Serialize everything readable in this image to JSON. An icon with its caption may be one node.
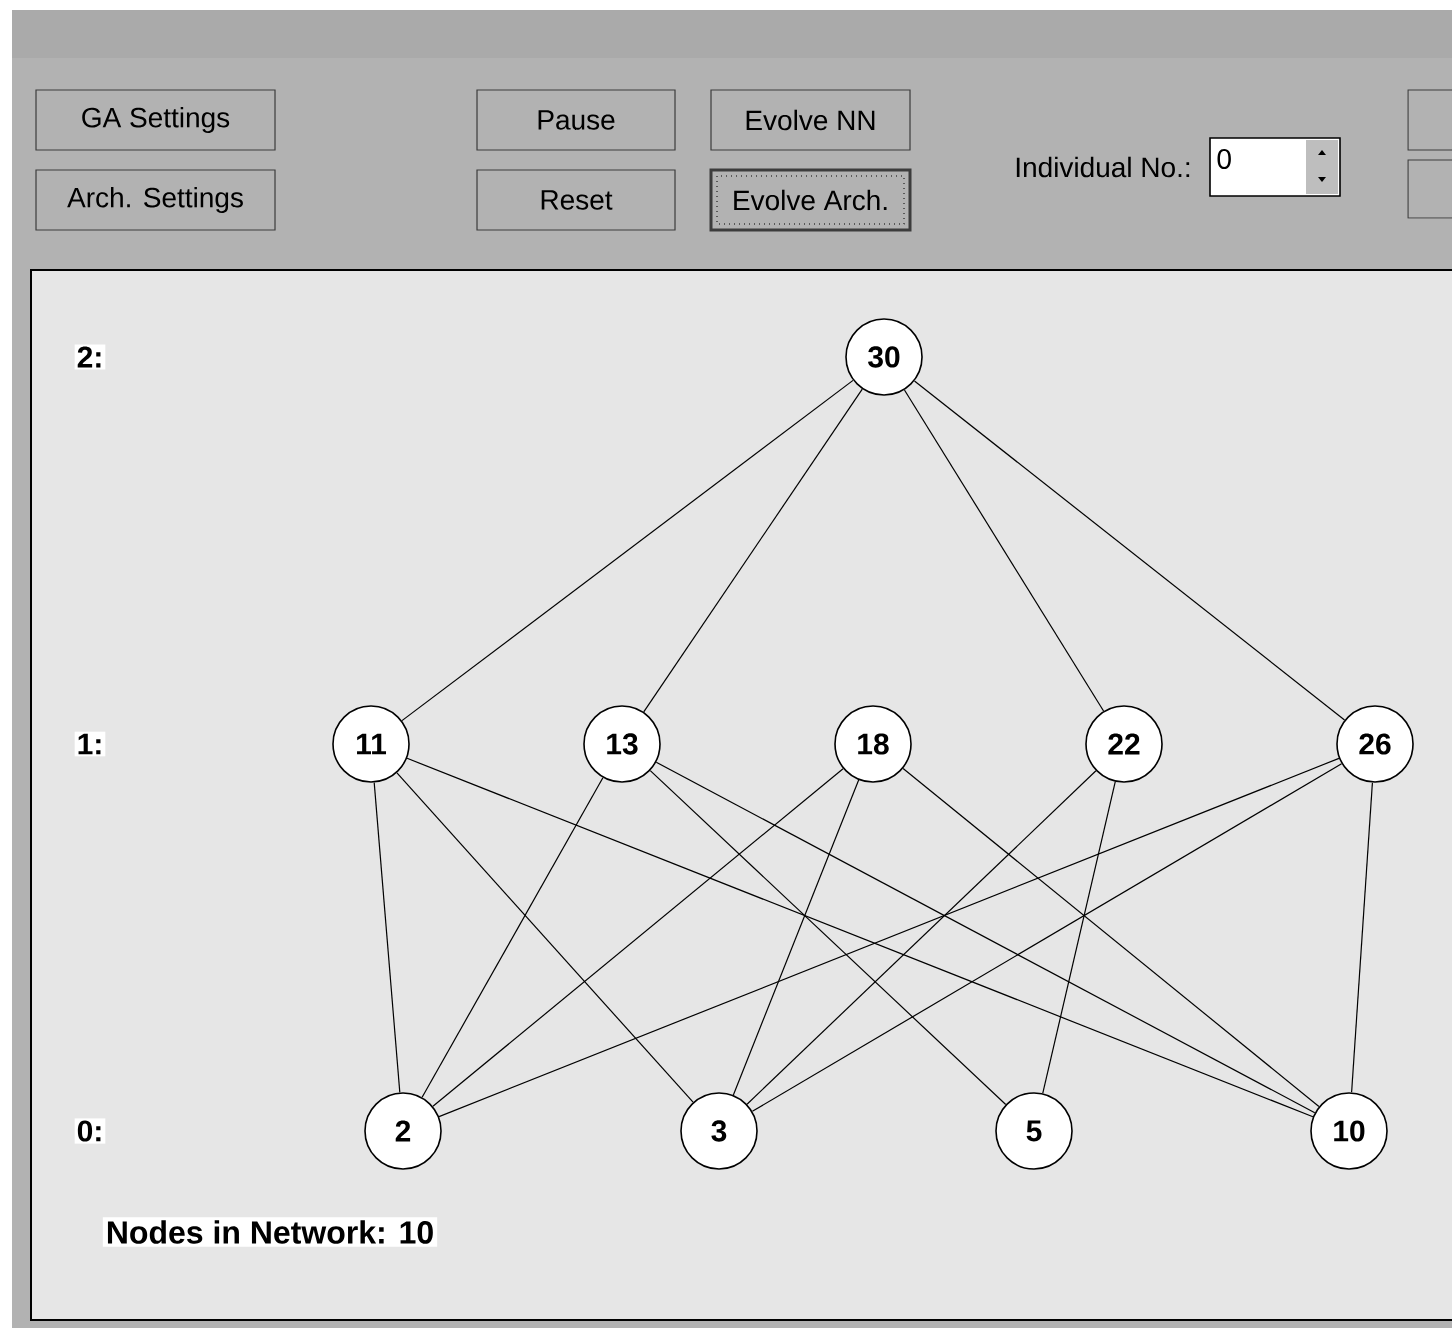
{
  "diagram": {
    "nodes": [
      {
        "text": [
          "30"
        ]
      },
      {
        "text": [
          "11"
        ]
      },
      {
        "text": [
          "13"
        ]
      },
      {
        "text": [
          "18"
        ]
      },
      {
        "text": [
          "22"
        ]
      },
      {
        "text": [
          "26"
        ]
      },
      {
        "text": [
          "2"
        ]
      },
      {
        "text": [
          "3"
        ]
      },
      {
        "text": [
          "5"
        ]
      },
      {
        "text": [
          "10"
        ]
      },
      {
        "text": [],
        "shape": "bar"
      }
    ],
    "edges": [
      {
        "from": 0,
        "to": 1,
        "arrow": "none"
      },
      {
        "from": 0,
        "to": 2,
        "arrow": "none"
      },
      {
        "from": 0,
        "to": 4,
        "arrow": "none"
      },
      {
        "from": 0,
        "to": 5,
        "arrow": "none"
      },
      {
        "from": 1,
        "to": 6,
        "arrow": "none"
      },
      {
        "from": 1,
        "to": 7,
        "arrow": "none"
      },
      {
        "from": 1,
        "to": 9,
        "arrow": "none"
      },
      {
        "from": 2,
        "to": 6,
        "arrow": "none"
      },
      {
        "from": 2,
        "to": 8,
        "arrow": "none"
      },
      {
        "from": 2,
        "to": 9,
        "arrow": "none"
      },
      {
        "from": 3,
        "to": 6,
        "arrow": "none"
      },
      {
        "from": 3,
        "to": 7,
        "arrow": "none"
      },
      {
        "from": 3,
        "to": 9,
        "arrow": "none"
      },
      {
        "from": 4,
        "to": 7,
        "arrow": "none"
      },
      {
        "from": 4,
        "to": 8,
        "arrow": "none"
      },
      {
        "from": 5,
        "to": 6,
        "arrow": "none"
      },
      {
        "from": 5,
        "to": 7,
        "arrow": "none"
      },
      {
        "from": 5,
        "to": 9,
        "arrow": "none"
      }
    ],
    "labels": [
      "GA Settings",
      "Pause",
      "Evolve NN",
      "Arch. Settings",
      "Reset",
      "Evolve Arch.",
      "Individual No.:",
      "0",
      "2:",
      "1:",
      "0:",
      "Nodes in Network: 10"
    ]
  }
}
